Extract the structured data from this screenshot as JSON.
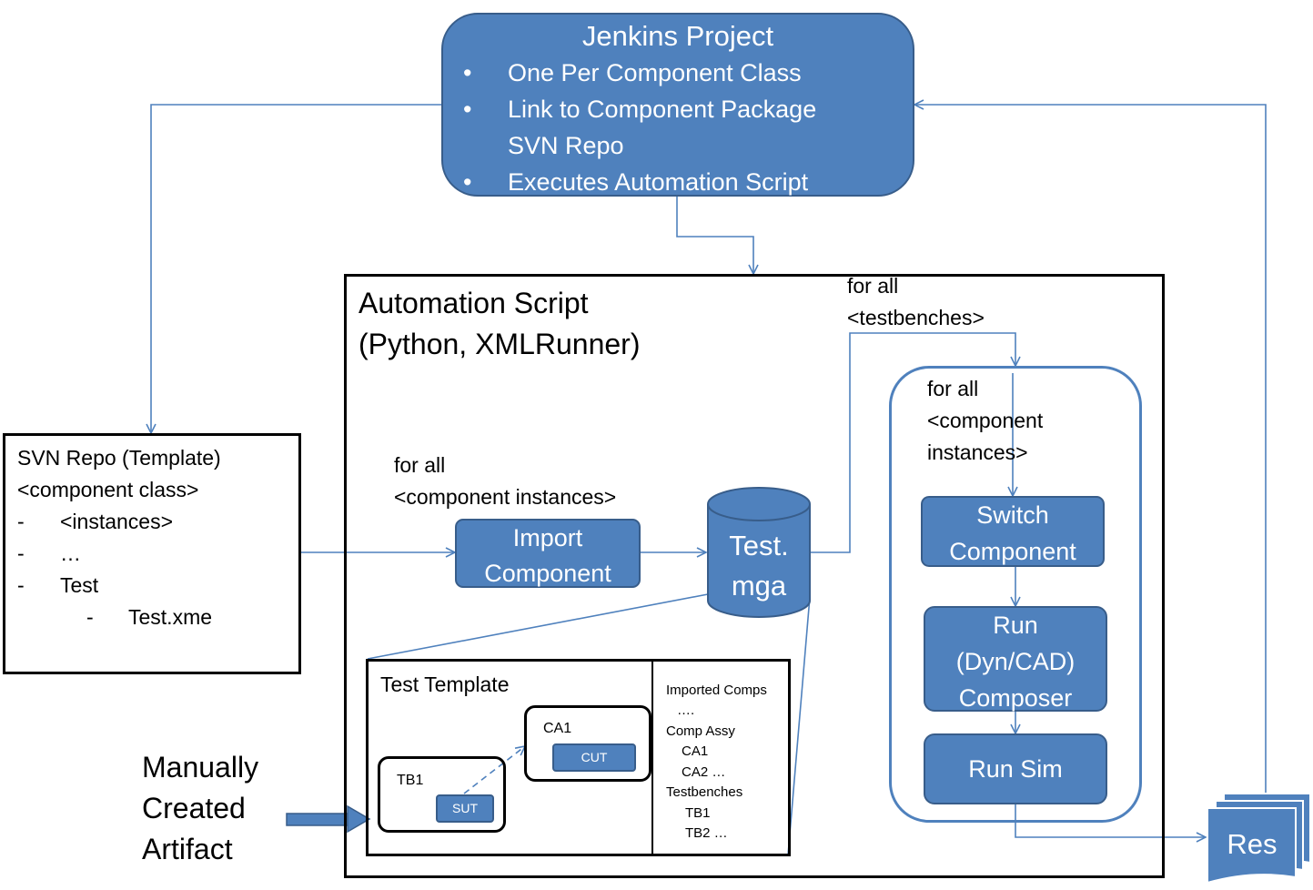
{
  "jenkins": {
    "title": "Jenkins Project",
    "bullets": [
      "One Per Component Class",
      "Link to Component Package",
      "SVN Repo",
      "Executes Automation Script"
    ]
  },
  "automation": {
    "title_line1": "Automation Script",
    "title_line2": "(Python, XMLRunner)"
  },
  "svn_repo": {
    "lines": [
      "SVN Repo (Template)",
      "<component class>"
    ],
    "items": [
      {
        "dash": "-",
        "text": "<instances>"
      },
      {
        "dash": "-",
        "text": "…"
      },
      {
        "dash": "-",
        "text": "Test"
      }
    ],
    "subitem": {
      "dash": "-",
      "text": "Test.xme"
    }
  },
  "loop_instances": {
    "line1": "for all",
    "line2": "<component instances>"
  },
  "loop_testbenches": {
    "line1": "for all",
    "line2": "<testbenches>"
  },
  "loop_component_instances": {
    "line1": "for all",
    "line2": "<component",
    "line3": "instances>"
  },
  "import_component": {
    "line1": "Import",
    "line2": "Component"
  },
  "test_mga": {
    "line1": "Test.",
    "line2": "mga"
  },
  "switch_component": {
    "line1": "Switch",
    "line2": "Component"
  },
  "run_composer": {
    "line1": "Run",
    "line2": "(Dyn/CAD)",
    "line3": "Composer"
  },
  "run_sim": {
    "label": "Run Sim"
  },
  "results": {
    "label": "Res"
  },
  "test_template": {
    "title": "Test Template",
    "tb1": "TB1",
    "sut": "SUT",
    "ca1": "CA1",
    "cut": "CUT",
    "listing": [
      "Imported Comps",
      "….",
      "Comp Assy",
      "CA1",
      "CA2  …",
      "Testbenches",
      "TB1",
      "TB2 …"
    ]
  },
  "manual_artifact": {
    "line1": "Manually",
    "line2": "Created",
    "line3": "Artifact"
  },
  "colors": {
    "node_fill": "#4f81bd",
    "node_border": "#385d8a",
    "wire": "#4f81bd"
  }
}
